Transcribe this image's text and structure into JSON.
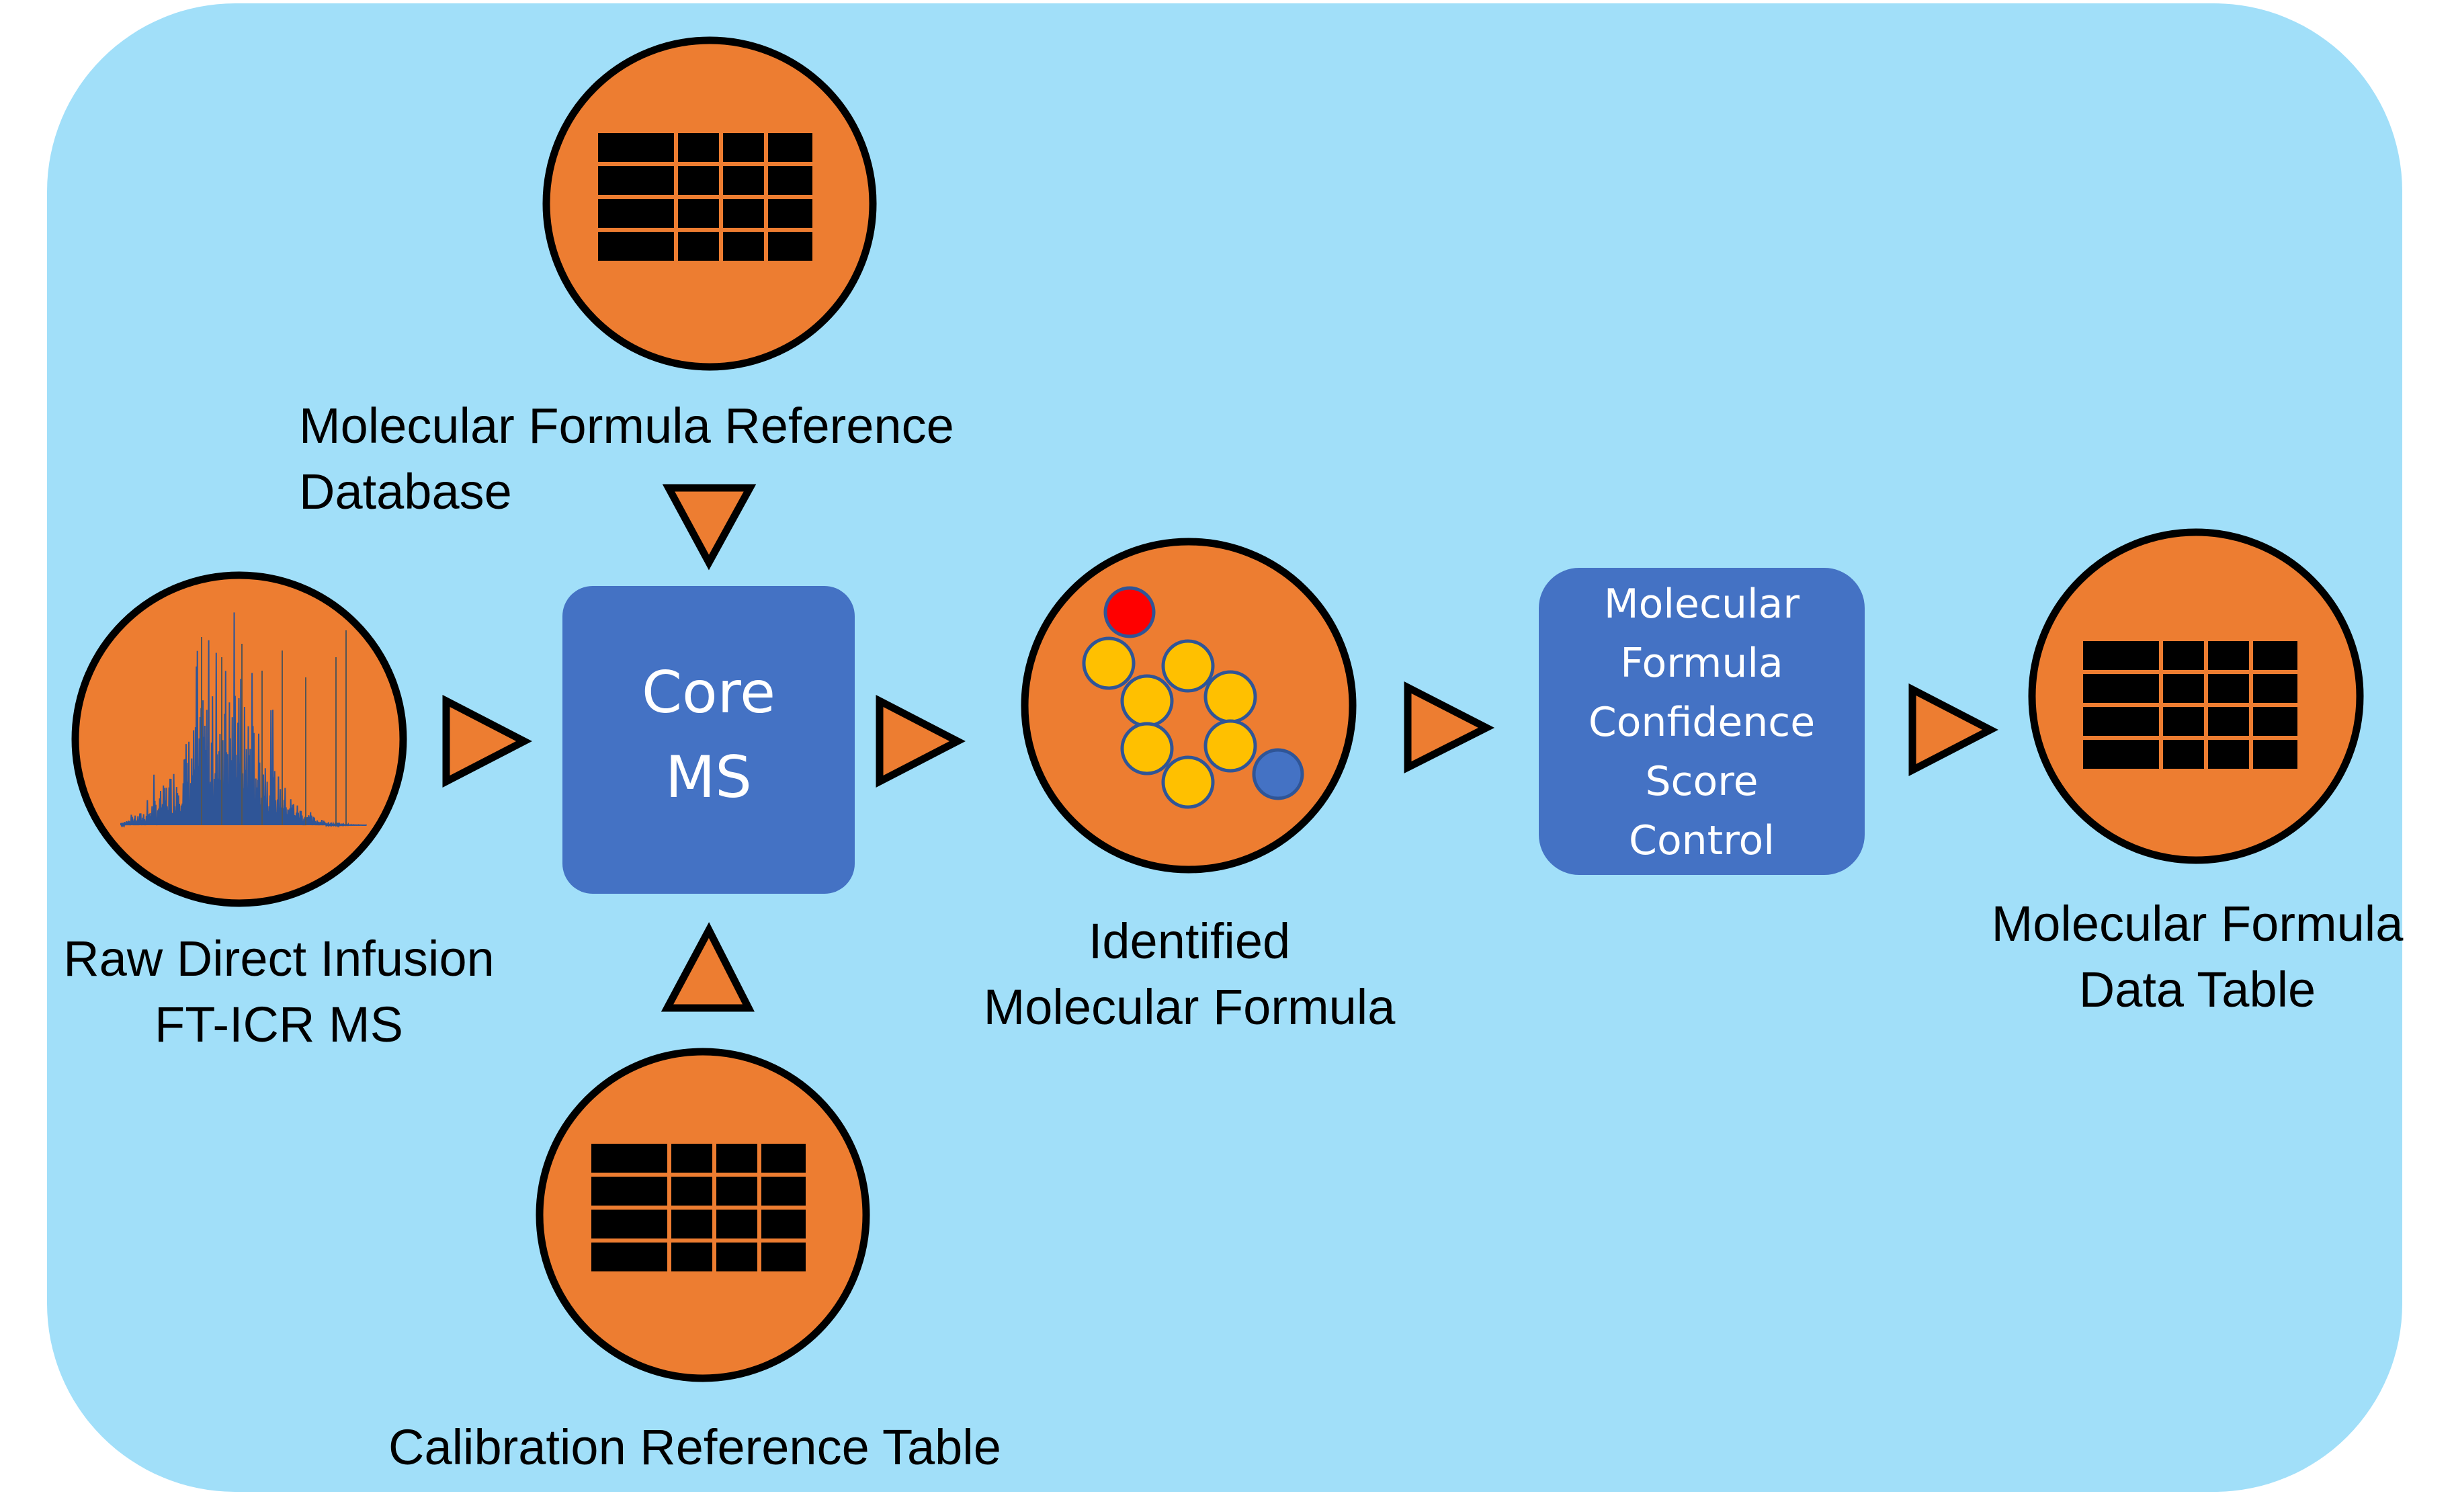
{
  "labels": {
    "raw_input": [
      "Raw Direct Infusion",
      "FT-ICR MS"
    ],
    "reference_db": [
      "Molecular Formula Reference",
      "Database"
    ],
    "calibration": [
      "Calibration Reference Table"
    ],
    "identified": [
      "Identified",
      "Molecular Formula"
    ],
    "output": [
      "Molecular Formula",
      "Data Table"
    ]
  },
  "boxes": {
    "core": [
      "Core",
      "MS"
    ],
    "confidence": [
      "Molecular",
      "Formula",
      "Confidence",
      "Score",
      "Control"
    ]
  },
  "colors": {
    "background_panel": "#A1DFF9",
    "node_fill": "#ED7D31",
    "box_fill": "#4472C4",
    "table_cell": "#000000",
    "atom_yellow": "#FFC000",
    "atom_red": "#FF0000",
    "atom_blue": "#4472C4",
    "spectrum_line": "#2F5597"
  },
  "icons": {
    "raw_input": "mass-spectrum-icon",
    "reference_db": "table-icon",
    "calibration": "table-icon",
    "identified": "molecule-icon",
    "output": "table-icon",
    "arrows": "triangle-arrow-icon"
  }
}
